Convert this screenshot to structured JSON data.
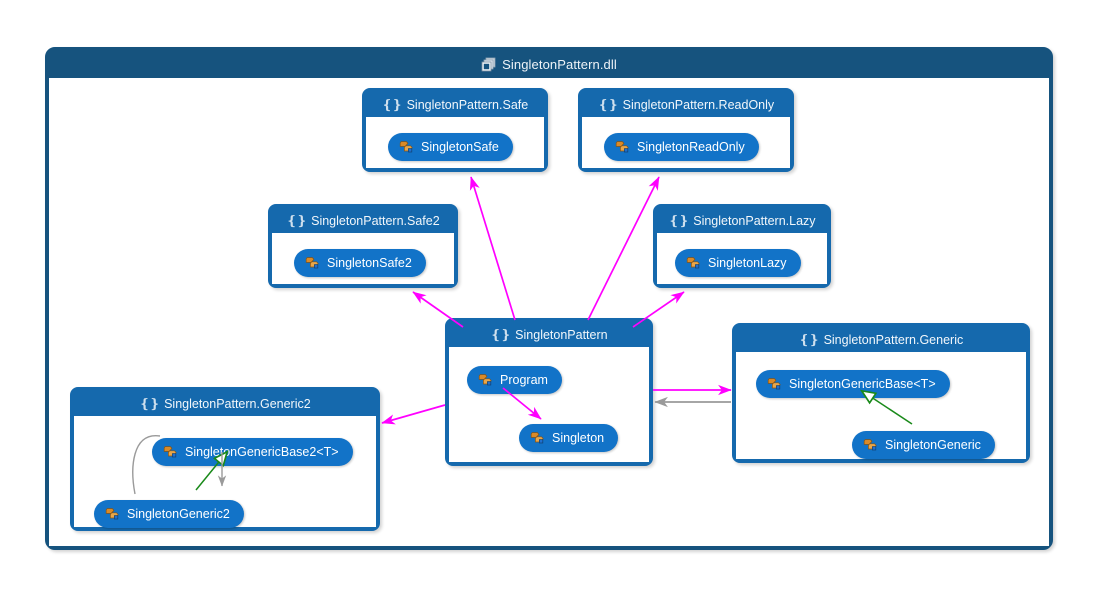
{
  "assembly": {
    "title": "SingletonPattern.dll",
    "icon": "assembly-icon"
  },
  "colors": {
    "assembly_border": "#16537e",
    "namespace_border": "#1569ad",
    "class_fill": "#1273c8",
    "dependency_arrow": "#ff00ff",
    "inheritance_arrow": "#1a8a1a",
    "association_arrow": "#9a9a9a",
    "canvas": "#ffffff"
  },
  "namespaces": [
    {
      "id": "safe",
      "label": "SingletonPattern.Safe",
      "icon": "namespace-braces-icon",
      "classes": [
        {
          "id": "singleton-safe",
          "label": "SingletonSafe",
          "icon": "class-icon"
        }
      ]
    },
    {
      "id": "readonly",
      "label": "SingletonPattern.ReadOnly",
      "icon": "namespace-braces-icon",
      "classes": [
        {
          "id": "singleton-readonly",
          "label": "SingletonReadOnly",
          "icon": "class-icon"
        }
      ]
    },
    {
      "id": "safe2",
      "label": "SingletonPattern.Safe2",
      "icon": "namespace-braces-icon",
      "classes": [
        {
          "id": "singleton-safe2",
          "label": "SingletonSafe2",
          "icon": "class-icon"
        }
      ]
    },
    {
      "id": "lazy",
      "label": "SingletonPattern.Lazy",
      "icon": "namespace-braces-icon",
      "classes": [
        {
          "id": "singleton-lazy",
          "label": "SingletonLazy",
          "icon": "class-icon"
        }
      ]
    },
    {
      "id": "root",
      "label": "SingletonPattern",
      "icon": "namespace-braces-icon",
      "classes": [
        {
          "id": "program",
          "label": "Program",
          "icon": "class-icon"
        },
        {
          "id": "singleton",
          "label": "Singleton",
          "icon": "class-icon"
        }
      ]
    },
    {
      "id": "generic",
      "label": "SingletonPattern.Generic",
      "icon": "namespace-braces-icon",
      "classes": [
        {
          "id": "singleton-generic-base",
          "label": "SingletonGenericBase<T>",
          "icon": "class-icon"
        },
        {
          "id": "singleton-generic",
          "label": "SingletonGeneric",
          "icon": "class-icon"
        }
      ]
    },
    {
      "id": "generic2",
      "label": "SingletonPattern.Generic2",
      "icon": "namespace-braces-icon",
      "classes": [
        {
          "id": "singleton-generic-base2",
          "label": "SingletonGenericBase2<T>",
          "icon": "class-icon"
        },
        {
          "id": "singleton-generic2",
          "label": "SingletonGeneric2",
          "icon": "class-icon"
        }
      ]
    }
  ],
  "edges": [
    {
      "id": "root-to-safe",
      "from": "SingletonPattern",
      "to": "SingletonPattern.Safe",
      "kind": "dependency"
    },
    {
      "id": "root-to-readonly",
      "from": "SingletonPattern",
      "to": "SingletonPattern.ReadOnly",
      "kind": "dependency"
    },
    {
      "id": "root-to-safe2",
      "from": "SingletonPattern",
      "to": "SingletonPattern.Safe2",
      "kind": "dependency"
    },
    {
      "id": "root-to-lazy",
      "from": "SingletonPattern",
      "to": "SingletonPattern.Lazy",
      "kind": "dependency"
    },
    {
      "id": "root-to-generic",
      "from": "SingletonPattern",
      "to": "SingletonPattern.Generic",
      "kind": "dependency"
    },
    {
      "id": "generic-to-root",
      "from": "SingletonPattern.Generic",
      "to": "SingletonPattern",
      "kind": "association"
    },
    {
      "id": "root-to-generic2",
      "from": "SingletonPattern",
      "to": "SingletonPattern.Generic2",
      "kind": "dependency"
    },
    {
      "id": "program-to-singleton",
      "from": "Program",
      "to": "Singleton",
      "kind": "dependency"
    },
    {
      "id": "generic-inherits",
      "from": "SingletonGeneric",
      "to": "SingletonGenericBase<T>",
      "kind": "inheritance"
    },
    {
      "id": "generic2-inherits",
      "from": "SingletonGeneric2",
      "to": "SingletonGenericBase2<T>",
      "kind": "inheritance"
    },
    {
      "id": "base2-to-generic2",
      "from": "SingletonGenericBase2<T>",
      "to": "SingletonGeneric2",
      "kind": "association"
    }
  ]
}
